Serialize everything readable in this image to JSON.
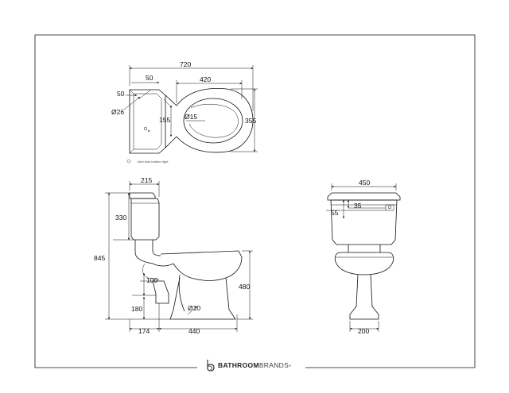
{
  "plan": {
    "overall_width": "720",
    "cistern_lid_inset": "50",
    "cistern_corner": "50",
    "bowl_width": "420",
    "inlet_diameter": "Ø26",
    "bowl_depth": "355",
    "bowl_inner": "155",
    "fixing_hole": "Ø15",
    "inlet_note": "Inlet hole bottom right"
  },
  "side": {
    "cistern_depth": "215",
    "cistern_height": "330",
    "total_height": "845",
    "outlet_height": "100",
    "outlet_floor": "180",
    "rim_height": "480",
    "floor_fixing": "Ø10",
    "outlet_back": "174",
    "pan_projection": "440"
  },
  "front": {
    "cistern_width": "450",
    "lever_offset": "35",
    "lever_height": "55",
    "pedestal_width": "200"
  },
  "brand": {
    "name_bold": "BATHROOM",
    "name_light": "BRANDS",
    "reg": "®"
  },
  "colors": {
    "line": "#111111",
    "note_marker": "#2e7d32"
  }
}
